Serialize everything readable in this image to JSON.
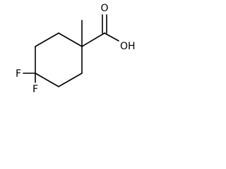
{
  "structure": {
    "atoms": {
      "oxygen_double": "O",
      "hydroxyl": "OH",
      "fluorine_left": "F",
      "fluorine_bottom": "F"
    }
  }
}
